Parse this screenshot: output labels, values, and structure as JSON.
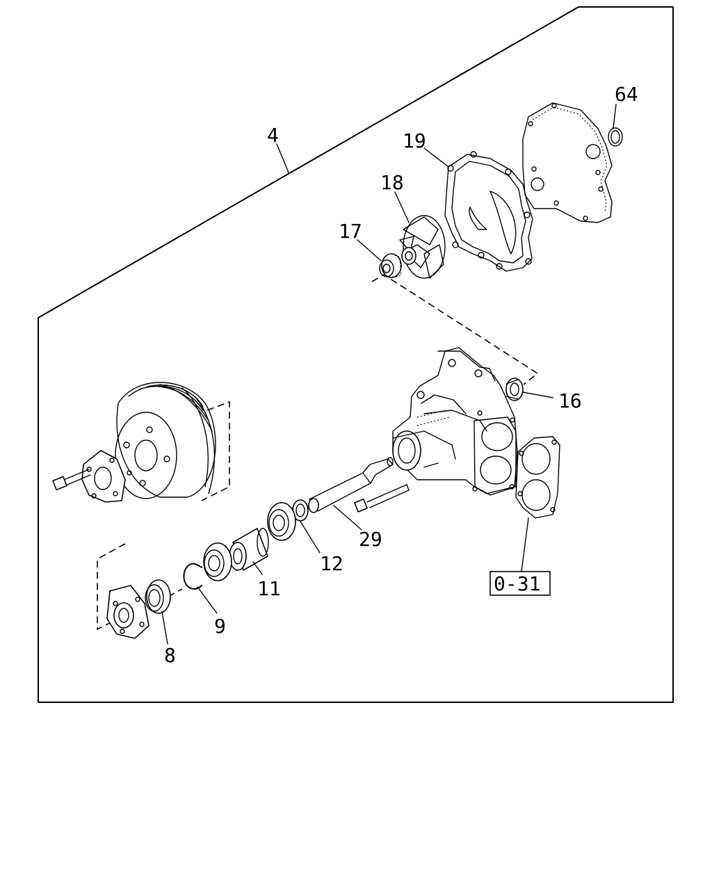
{
  "callouts": [
    {
      "id": "4",
      "text": "4"
    },
    {
      "id": "8",
      "text": "8"
    },
    {
      "id": "9",
      "text": "9"
    },
    {
      "id": "11",
      "text": "11"
    },
    {
      "id": "12",
      "text": "12"
    },
    {
      "id": "16",
      "text": "16"
    },
    {
      "id": "17",
      "text": "17"
    },
    {
      "id": "18",
      "text": "18"
    },
    {
      "id": "19",
      "text": "19"
    },
    {
      "id": "29",
      "text": "29"
    },
    {
      "id": "64",
      "text": "64"
    }
  ],
  "reference": {
    "text": "0-31"
  }
}
